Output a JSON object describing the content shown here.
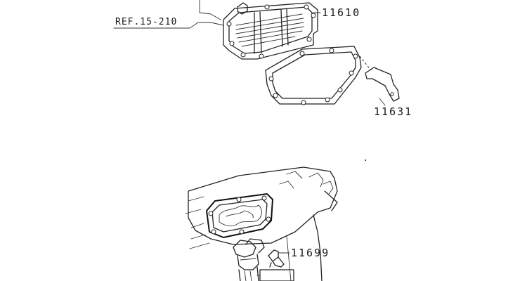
{
  "diagram": {
    "reference": "REF.15-210",
    "parts": [
      {
        "number": "11610"
      },
      {
        "number": "11631"
      },
      {
        "number": "11699"
      }
    ]
  }
}
